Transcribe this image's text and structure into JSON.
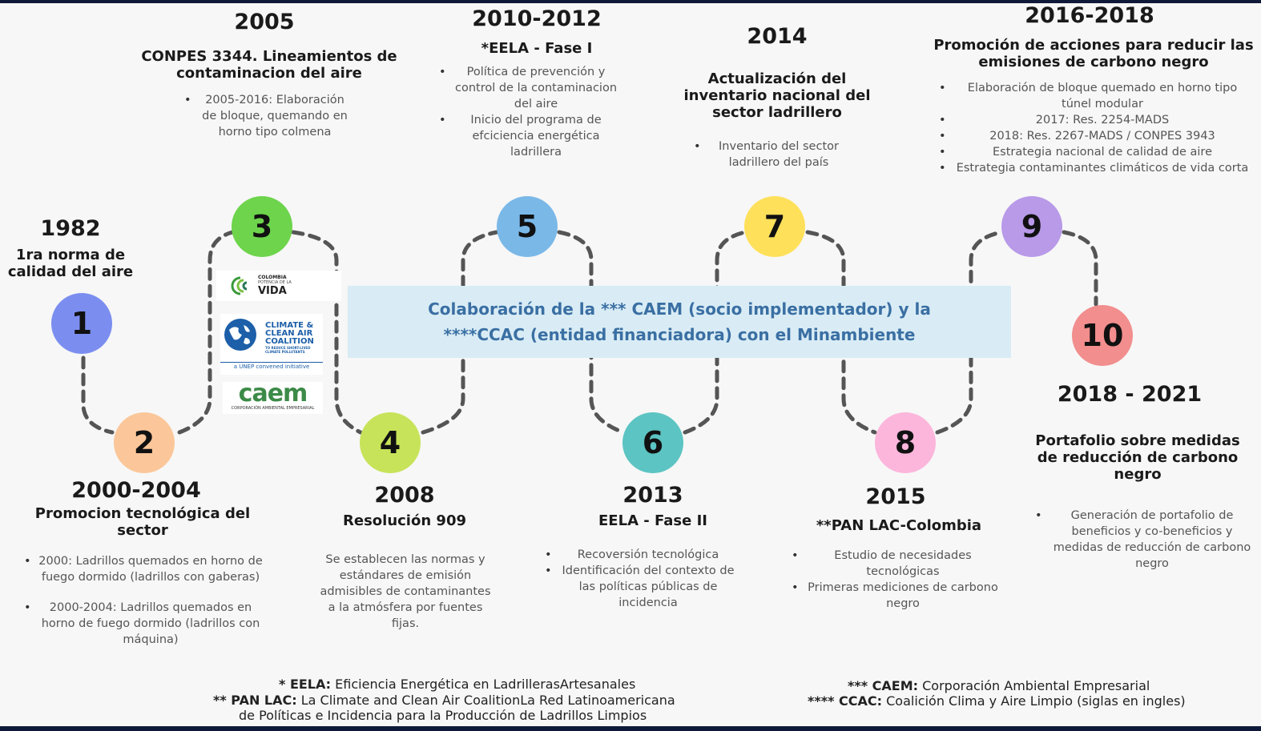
{
  "milestones": [
    {
      "num": "1",
      "year": "1982",
      "title": "1ra norma de calidad del aire",
      "color": "#7b8ef0",
      "items": []
    },
    {
      "num": "2",
      "year": "2000-2004",
      "title": "Promocion tecnológica del sector",
      "color": "#fbc79a",
      "items": [
        "2000: Ladrillos quemados en horno de fuego dormido (ladrillos con gaberas)",
        "2000-2004: Ladrillos quemados en horno de fuego dormido (ladrillos con máquina)"
      ]
    },
    {
      "num": "3",
      "year": "2005",
      "title": "CONPES 3344. Lineamientos de contaminacion del aire",
      "color": "#6dd44c",
      "items": [
        "2005-2016: Elaboración de bloque, quemando en horno tipo colmena"
      ]
    },
    {
      "num": "4",
      "year": "2008",
      "title": "Resolución 909",
      "color": "#c7e35a",
      "text": "Se establecen las normas y estándares de emisión admisibles de contaminantes a la atmósfera por fuentes fijas."
    },
    {
      "num": "5",
      "year": "2010-2012",
      "title": "*EELA - Fase I",
      "color": "#7ab8e8",
      "items": [
        "Política de prevención y control de la contaminacion del aire",
        "Inicio del programa de efciciencia energética ladrillera"
      ]
    },
    {
      "num": "6",
      "year": "2013",
      "title": "EELA - Fase II",
      "color": "#5cc4c2",
      "items": [
        "Recoversión tecnológica",
        "Identificación del contexto de las políticas públicas de incidencia"
      ]
    },
    {
      "num": "7",
      "year": "2014",
      "title": "Actualización del inventario nacional del sector ladrillero",
      "color": "#ffe05a",
      "items": [
        "Inventario del sector ladrillero del país"
      ]
    },
    {
      "num": "8",
      "year": "2015",
      "title": "**PAN LAC-Colombia",
      "color": "#fcb6dc",
      "items": [
        "Estudio de necesidades tecnológicas",
        "Primeras mediciones de carbono negro"
      ]
    },
    {
      "num": "9",
      "year": "2016-2018",
      "title": "Promoción de acciones para reducir las emisiones de carbono negro",
      "color": "#b89ae8",
      "items": [
        "Elaboración de bloque quemado en horno tipo túnel modular",
        "2017: Res. 2254-MADS",
        "2018: Res. 2267-MADS / CONPES 3943",
        "Estrategia nacional de calidad de aire",
        "Estrategia contaminantes climáticos de vida corta"
      ]
    },
    {
      "num": "10",
      "year": "2018 - 2021",
      "title": "Portafolio sobre medidas de reducción de carbono negro",
      "color": "#f28e8e",
      "items": [
        "Generación de portafolio de beneficios y co-beneficios y medidas de reducción de carbono negro"
      ]
    }
  ],
  "collab": {
    "line1": "Colaboración de la *** CAEM (socio implementador) y la",
    "line2": "****CCAC (entidad financiadora) con el Minambiente"
  },
  "logos": {
    "colombia": {
      "small1": "COLOMBIA",
      "small2": "POTENCIA DE LA",
      "big": "VIDA"
    },
    "ccac": {
      "l1": "CLIMATE &",
      "l2": "CLEAN AIR",
      "l3": "COALITION",
      "l4": "TO REDUCE SHORT-LIVED",
      "l5": "CLIMATE POLLUTANTS",
      "unep": "a UNEP convened initiative"
    },
    "caem": {
      "word": "caem",
      "sub": "CORPORACIÓN AMBIENTAL EMPRESARIAL"
    }
  },
  "footnotes": {
    "eela_key": "* EELA:",
    "eela_val": " Eficiencia Energética en LadrillerasArtesanales",
    "panlac_key": "** PAN LAC:",
    "panlac_val": " La Climate and Clean Air CoalitionLa Red Latinoamericana",
    "panlac_val2": "de Políticas e Incidencia para la Producción de Ladrillos Limpios",
    "caem_key": "*** CAEM:",
    "caem_val": " Corporación Ambiental Empresarial",
    "ccac_key": "**** CCAC:",
    "ccac_val": " Coalición Clima y Aire Limpio (siglas en ingles)"
  }
}
